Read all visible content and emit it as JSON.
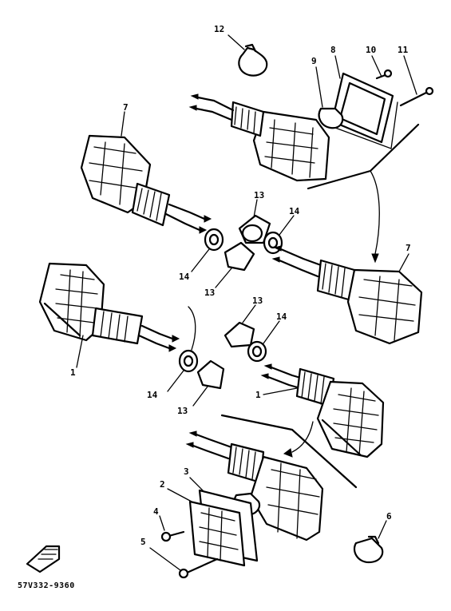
{
  "callouts": {
    "c12_top": "12",
    "c8": "8",
    "c9_top": "9",
    "c10": "10",
    "c11": "11",
    "c7_left": "7",
    "c7_right": "7",
    "c13_a": "13",
    "c14_a": "14",
    "c14_b": "14",
    "c13_b": "13",
    "c1_left": "1",
    "c13_c": "13",
    "c14_c": "14",
    "c1_right": "1",
    "c14_d": "14",
    "c13_d": "13",
    "c2": "2",
    "c3": "3",
    "c4": "4",
    "c5": "5",
    "c6": "6"
  },
  "diagram_code": "57V332-9360"
}
